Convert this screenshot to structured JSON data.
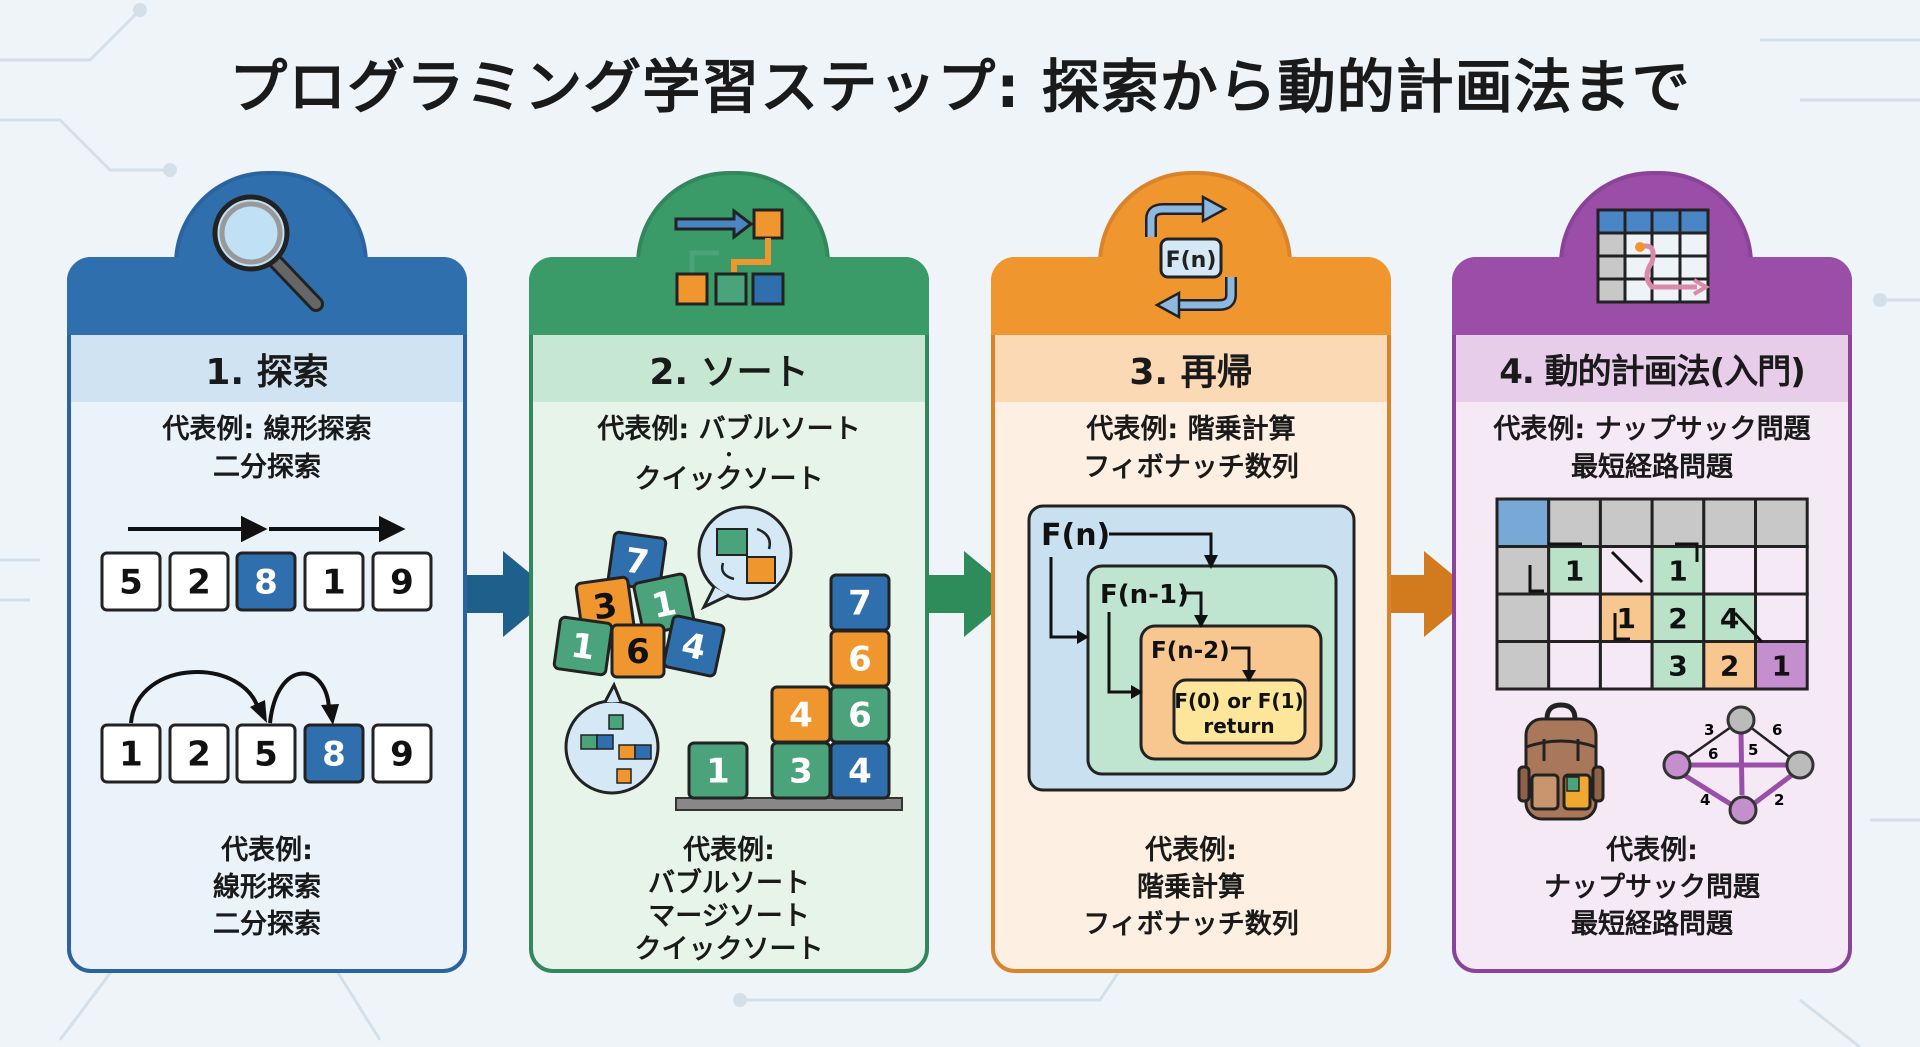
{
  "title": "プログラミング学習ステップ: 探索から動的計画法まで",
  "colors": {
    "search": "#2f6fae",
    "sort": "#3a9a68",
    "recursion": "#f0962f",
    "dp": "#9a4ea8",
    "arrow_1": "#1f5f8b",
    "arrow_2": "#2e8b5a",
    "arrow_3": "#d17a1e"
  },
  "steps": [
    {
      "title": "1. 探索",
      "icon": "magnifier-icon",
      "examples_top": [
        "代表例: 線形探索",
        "二分探索"
      ],
      "linear_search_array": [
        "5",
        "2",
        "8",
        "1",
        "9"
      ],
      "binary_search_array": [
        "1",
        "2",
        "5",
        "8",
        "9"
      ],
      "examples_bottom": [
        "代表例:",
        "線形探索",
        "二分探索"
      ]
    },
    {
      "title": "2. ソート",
      "icon": "flowchart-icon",
      "examples_top": [
        "代表例: バブルソート",
        "•",
        "クイックソート"
      ],
      "unsorted_blocks": [
        "7",
        "3",
        "1",
        "1",
        "6",
        "4"
      ],
      "sorted_blocks": [
        "1",
        "3",
        "4",
        "6",
        "4",
        "6",
        "7"
      ],
      "examples_bottom": [
        "代表例:",
        "バブルソート",
        "マージソート",
        "クイックソート"
      ]
    },
    {
      "title": "3. 再帰",
      "icon": "recursion-cycle-icon",
      "icon_label": "F(n)",
      "examples_top": [
        "代表例: 階乗計算",
        "フィボナッチ数列"
      ],
      "call_stack": [
        "F(n)",
        "F(n-1)",
        "F(n-2)",
        "F(0) or F(1)",
        "return"
      ],
      "examples_bottom": [
        "代表例:",
        "階乗計算",
        "フィボナッチ数列"
      ]
    },
    {
      "title": "4. 動的計画法(入門)",
      "icon": "grid-path-icon",
      "examples_top": [
        "代表例: ナップサック問題",
        "最短経路問題"
      ],
      "dp_table": [
        [
          {
            "s": "start",
            "v": ""
          },
          {
            "s": "gray",
            "v": ""
          },
          {
            "s": "gray",
            "v": ""
          },
          {
            "s": "gray",
            "v": ""
          },
          {
            "s": "gray",
            "v": ""
          },
          {
            "s": "gray",
            "v": ""
          }
        ],
        [
          {
            "s": "gray",
            "v": ""
          },
          {
            "s": "green",
            "v": "1"
          },
          {
            "s": "empty",
            "v": ""
          },
          {
            "s": "green",
            "v": "1"
          },
          {
            "s": "empty",
            "v": ""
          },
          {
            "s": "empty",
            "v": ""
          }
        ],
        [
          {
            "s": "gray",
            "v": ""
          },
          {
            "s": "empty",
            "v": ""
          },
          {
            "s": "orange",
            "v": "1"
          },
          {
            "s": "green",
            "v": "2"
          },
          {
            "s": "green",
            "v": "4"
          },
          {
            "s": "empty",
            "v": ""
          }
        ],
        [
          {
            "s": "gray",
            "v": ""
          },
          {
            "s": "empty",
            "v": ""
          },
          {
            "s": "empty",
            "v": ""
          },
          {
            "s": "green",
            "v": "3"
          },
          {
            "s": "orange",
            "v": "2"
          },
          {
            "s": "purple",
            "v": "1"
          }
        ]
      ],
      "graph_weights": [
        "3",
        "6",
        "6",
        "5",
        "4",
        "2"
      ],
      "examples_bottom": [
        "代表例:",
        "ナップサック問題",
        "最短経路問題"
      ]
    }
  ]
}
